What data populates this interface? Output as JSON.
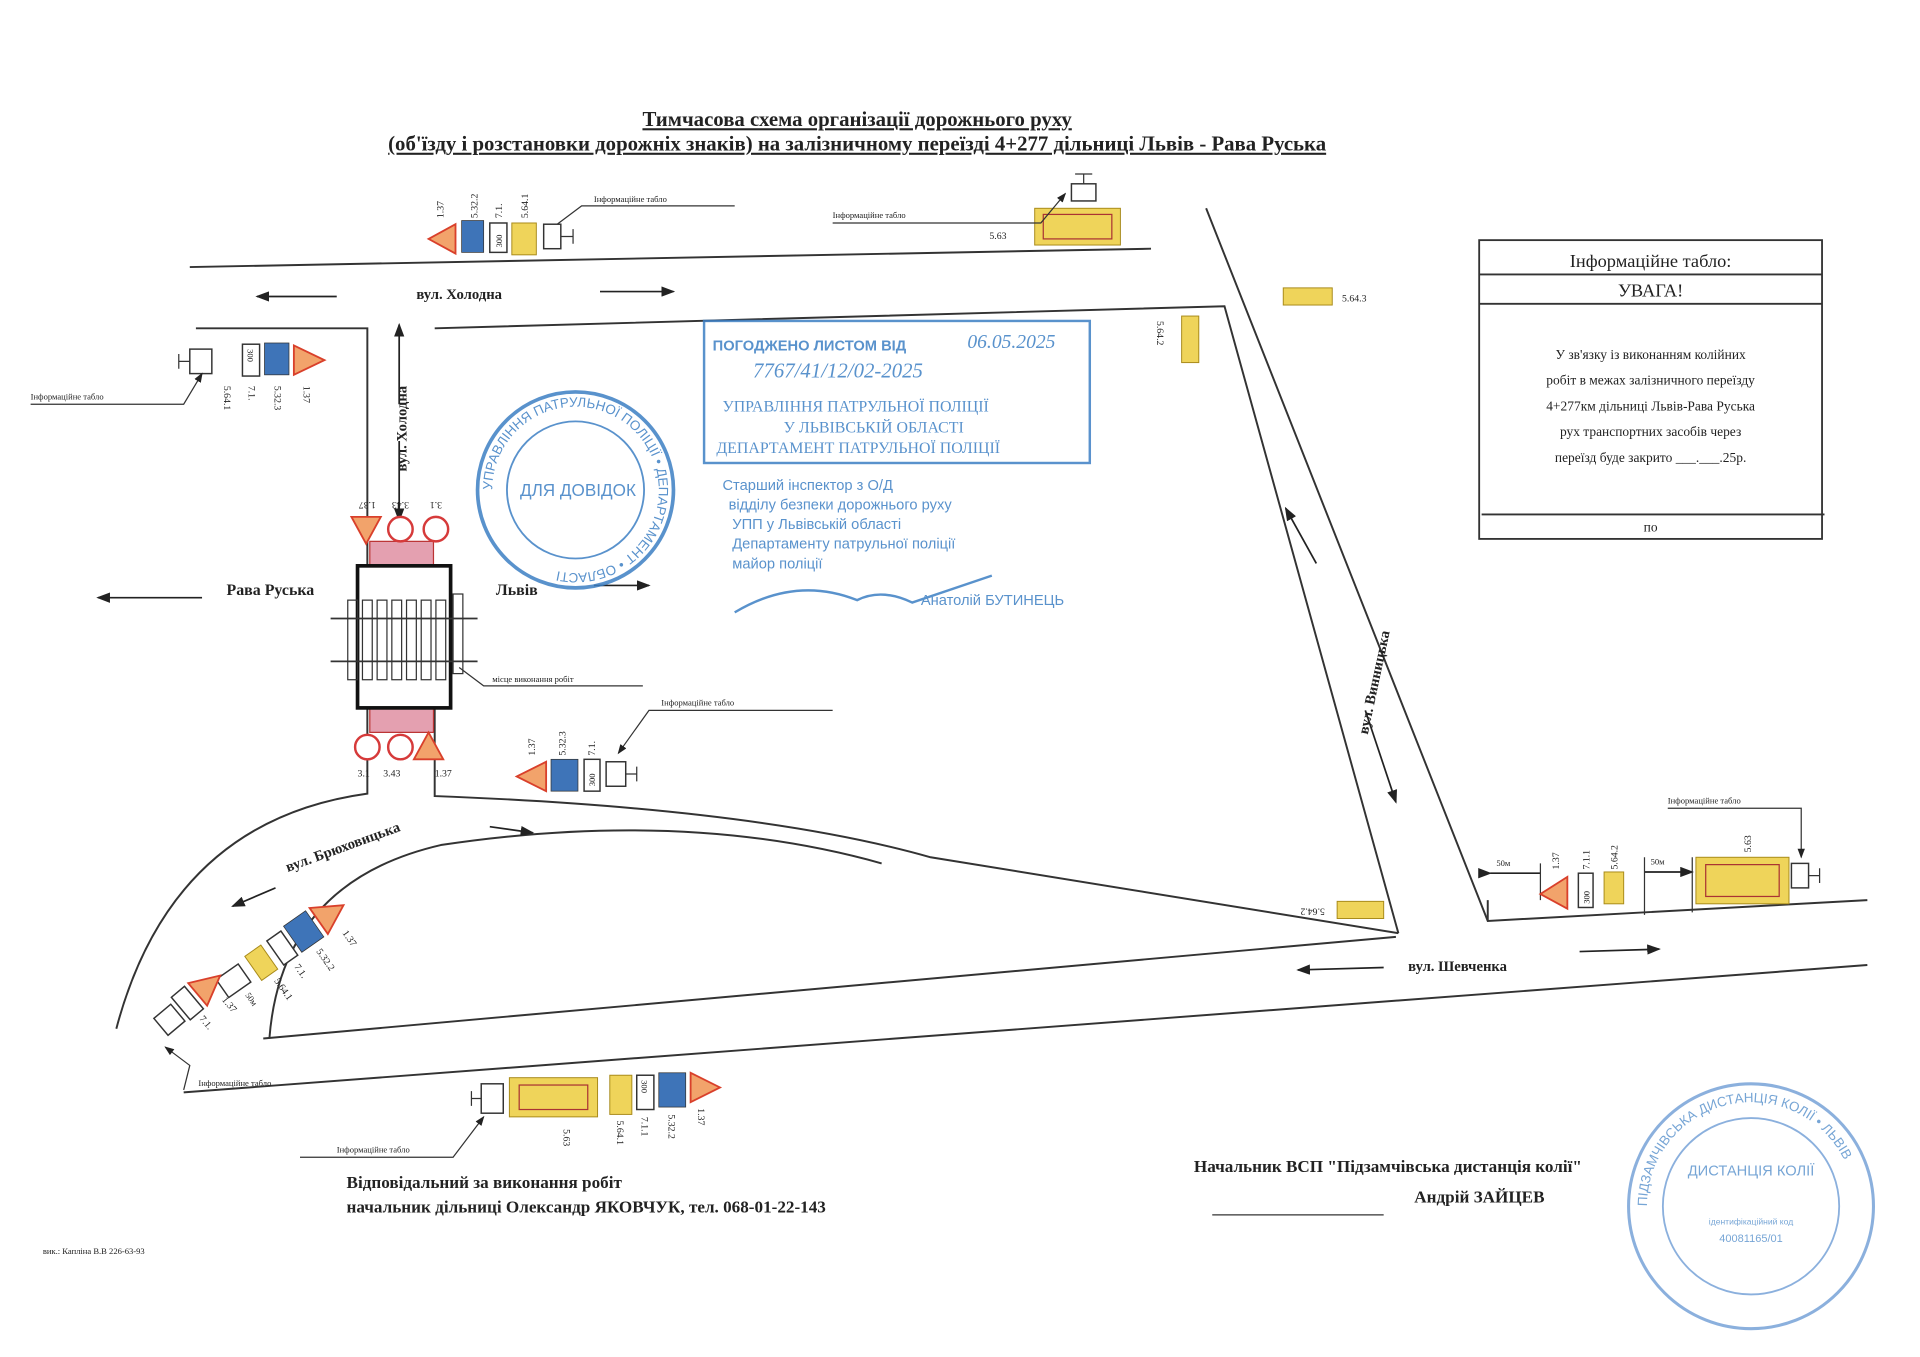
{
  "title": {
    "line1": "Тимчасова схема організації дорожнього руху",
    "line2": "(об'їзду і розстановки дорожніх знаків) на залізничному переїзді 4+277 дільниці Львів - Рава Руська"
  },
  "streets": {
    "holodna_h": "вул. Холодна",
    "holodna_v": "вул. Холодна",
    "vynnytska": "вул. Винницька",
    "bryukhovytska": "вул. Брюховицька",
    "shevchenka": "вул. Шевченка"
  },
  "directions": {
    "left": "Рава Руська",
    "right": "Львів"
  },
  "work_place_label": "місце виконання робіт",
  "info_board_label": "Інформаційне табло",
  "distances": {
    "d1": "50м",
    "d2": "50м",
    "d3": "50м"
  },
  "sign_groups": {
    "top_left": [
      "1.37",
      "5.32.2",
      "7.1.",
      "5.64.1"
    ],
    "top_center": [
      "5.63"
    ],
    "right_top": [
      "5.64.3"
    ],
    "vynnytska_top": [
      "5.64.2"
    ],
    "left": [
      "5.64.1",
      "7.1.",
      "5.32.3",
      "1.37"
    ],
    "crossing_top": [
      "1.37",
      "3.43",
      "3.1"
    ],
    "crossing_bottom": [
      "3.1",
      "3.43",
      "1.37"
    ],
    "crossing_right": [
      "1.37",
      "5.32.3",
      "7.1."
    ],
    "bryukhovytska_a": [
      "5.64.1",
      "7.1.",
      "5.32.2",
      "1.37"
    ],
    "bryukhovytska_b": [
      "1.37",
      "7.1."
    ],
    "bottom": [
      "5.63",
      "5.64.1",
      "7.1.1",
      "5.32.2",
      "1.37"
    ],
    "vynnytska_bottom": [
      "5.64.2"
    ],
    "shevchenka_right": [
      "1.37",
      "7.1.1",
      "5.64.2",
      "5.63"
    ],
    "plate_300": "300"
  },
  "info_box": {
    "header": "Інформаційне табло:",
    "attention": "УВАГА!",
    "lines": [
      "У зв'язку із виконанням колійних",
      "робіт в межах залізничного переїзду",
      "4+277км дільниці Львів-Рава Руська",
      "рух транспортних засобів через",
      "переїзд буде закрито ___.___.25р."
    ],
    "footer": "по"
  },
  "stamp_police": {
    "approved": "ПОГОДЖЕНО ЛИСТОМ ВІД",
    "date": "06.05.2025",
    "number": "7767/41/12/02-2025",
    "org1": "УПРАВЛІННЯ ПАТРУЛЬНОЇ ПОЛІЦІЇ",
    "org2": "У ЛЬВІВСЬКІЙ ОБЛАСТІ",
    "org3": "ДЕПАРТАМЕНТ ПАТРУЛЬНОЇ ПОЛІЦІЇ",
    "pos1": "Старший інспектор з О/Д",
    "pos2": "відділу безпеки дорожнього руху",
    "pos3": "УПП у Львівській області",
    "pos4": "Департаменту патрульної поліції",
    "pos5": "майор поліції",
    "name": "Анатолій БУТИНЕЦЬ",
    "round_center": "ДЛЯ ДОВІДОК",
    "round_ring": "УПРАВЛІННЯ ПАТРУЛЬНОЇ ПОЛІЦІЇ • ДЕПАРТАМЕНТ • ОБЛАСТІ"
  },
  "stamp_railway": {
    "ring": "ПІДЗАМЧІВСЬКА ДИСТАНЦІЯ КОЛІЇ • ЛЬВІВ",
    "center": "ДИСТАНЦІЯ КОЛІЇ",
    "code_label": "ідентифікаційний код",
    "code": "40081165/01"
  },
  "responsible": {
    "line1": "Відповідальний за виконання робіт",
    "line2": "начальник дільниці Олександр ЯКОВЧУК, тел. 068-01-22-143"
  },
  "chief": {
    "line1": "Начальник ВСП \"Підзамчівська дистанція колії\"",
    "line2": "Андрій ЗАЙЦЕВ"
  },
  "footnote": "вик.: Капліна В.В  226-63-93"
}
